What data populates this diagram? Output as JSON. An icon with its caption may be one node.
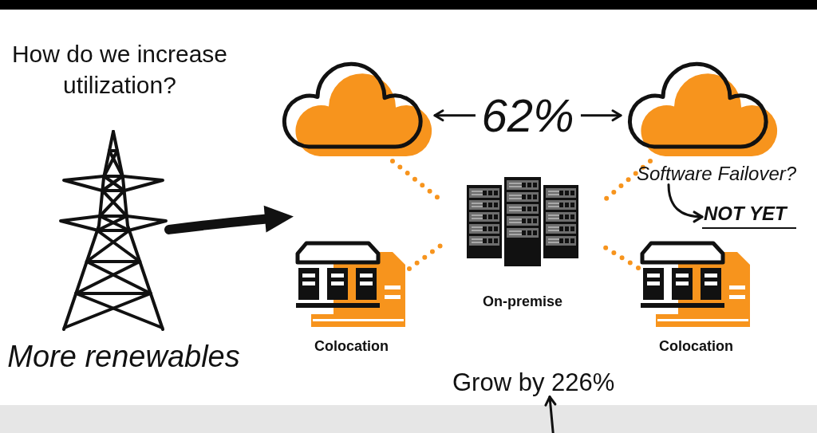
{
  "diagram": {
    "nodes": [
      {
        "text": [],
        "shape": "picture",
        "beside": [
          "More renewables"
        ]
      },
      {
        "text": [],
        "shape": "cloud"
      },
      {
        "text": [],
        "shape": "cloud"
      },
      {
        "text": [
          "On-premise"
        ]
      },
      {
        "text": [
          "Software Failover?"
        ]
      },
      {
        "text": [
          "NOT YET"
        ]
      },
      {
        "text": [
          "Colocation"
        ]
      },
      {
        "text": [
          "Colocation"
        ]
      },
      {
        "text": [
          "Grow by 226%"
        ]
      },
      {
        "text": [],
        "shape": "bar"
      }
    ],
    "edges": [
      {
        "from": 1,
        "to": 2,
        "arrow": "both",
        "label": "62%"
      },
      {
        "from": 0,
        "to": 6,
        "arrow": "to",
        "style": "thick"
      },
      {
        "from": 1,
        "to": 3,
        "arrow": "none",
        "style": "dashed",
        "color": "#f7941d"
      },
      {
        "from": 6,
        "to": 3,
        "arrow": "none",
        "style": "dashed",
        "color": "#f7941d"
      },
      {
        "from": 2,
        "to": 3,
        "arrow": "none",
        "style": "dashed",
        "color": "#f7941d"
      },
      {
        "from": 7,
        "to": 3,
        "arrow": "none",
        "style": "dashed",
        "color": "#f7941d"
      },
      {
        "from": 4,
        "to": 5,
        "arrow": "to"
      },
      {
        "from": 9,
        "to": 8,
        "arrow": "to"
      }
    ],
    "labels": [
      "How do we increase utilization?"
    ]
  }
}
